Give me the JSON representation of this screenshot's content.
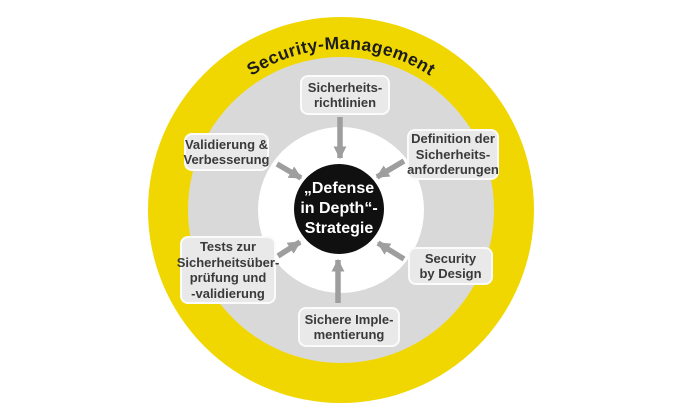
{
  "diagram": {
    "ring_label": "Security-Management",
    "center_node": {
      "lines": [
        "„Defense",
        "in Depth“-",
        "Strategie"
      ]
    },
    "nodes": [
      {
        "id": "sicherheitsrichtlinien",
        "position": "top",
        "lines": [
          "Sicherheits-",
          "richtlinien"
        ]
      },
      {
        "id": "definition-anforderungen",
        "position": "top-right",
        "lines": [
          "Definition der",
          "Sicherheits-",
          "anforderungen"
        ]
      },
      {
        "id": "security-by-design",
        "position": "bottom-right",
        "lines": [
          "Security",
          "by Design"
        ]
      },
      {
        "id": "sichere-implementierung",
        "position": "bottom",
        "lines": [
          "Sichere Imple-",
          "mentierung"
        ]
      },
      {
        "id": "tests-sicherheitsueberpruefung",
        "position": "bottom-left",
        "lines": [
          "Tests zur",
          "Sicherheitsüber-",
          "prüfung und",
          "-validierung"
        ]
      },
      {
        "id": "validierung-verbesserung",
        "position": "top-left",
        "lines": [
          "Validierung &",
          "Verbesserung"
        ]
      }
    ],
    "colors": {
      "outer_ring": "#f0d702",
      "middle_ring": "#d9d9d9",
      "inner_circle": "#ffffff",
      "center_circle": "#101010",
      "center_text": "#ffffff",
      "arrow": "#9e9e9e",
      "node_fill": "#e9e9e9",
      "node_border": "#ffffff",
      "node_text": "#3a3a3a",
      "ring_label_text": "#1c1c1c"
    }
  }
}
